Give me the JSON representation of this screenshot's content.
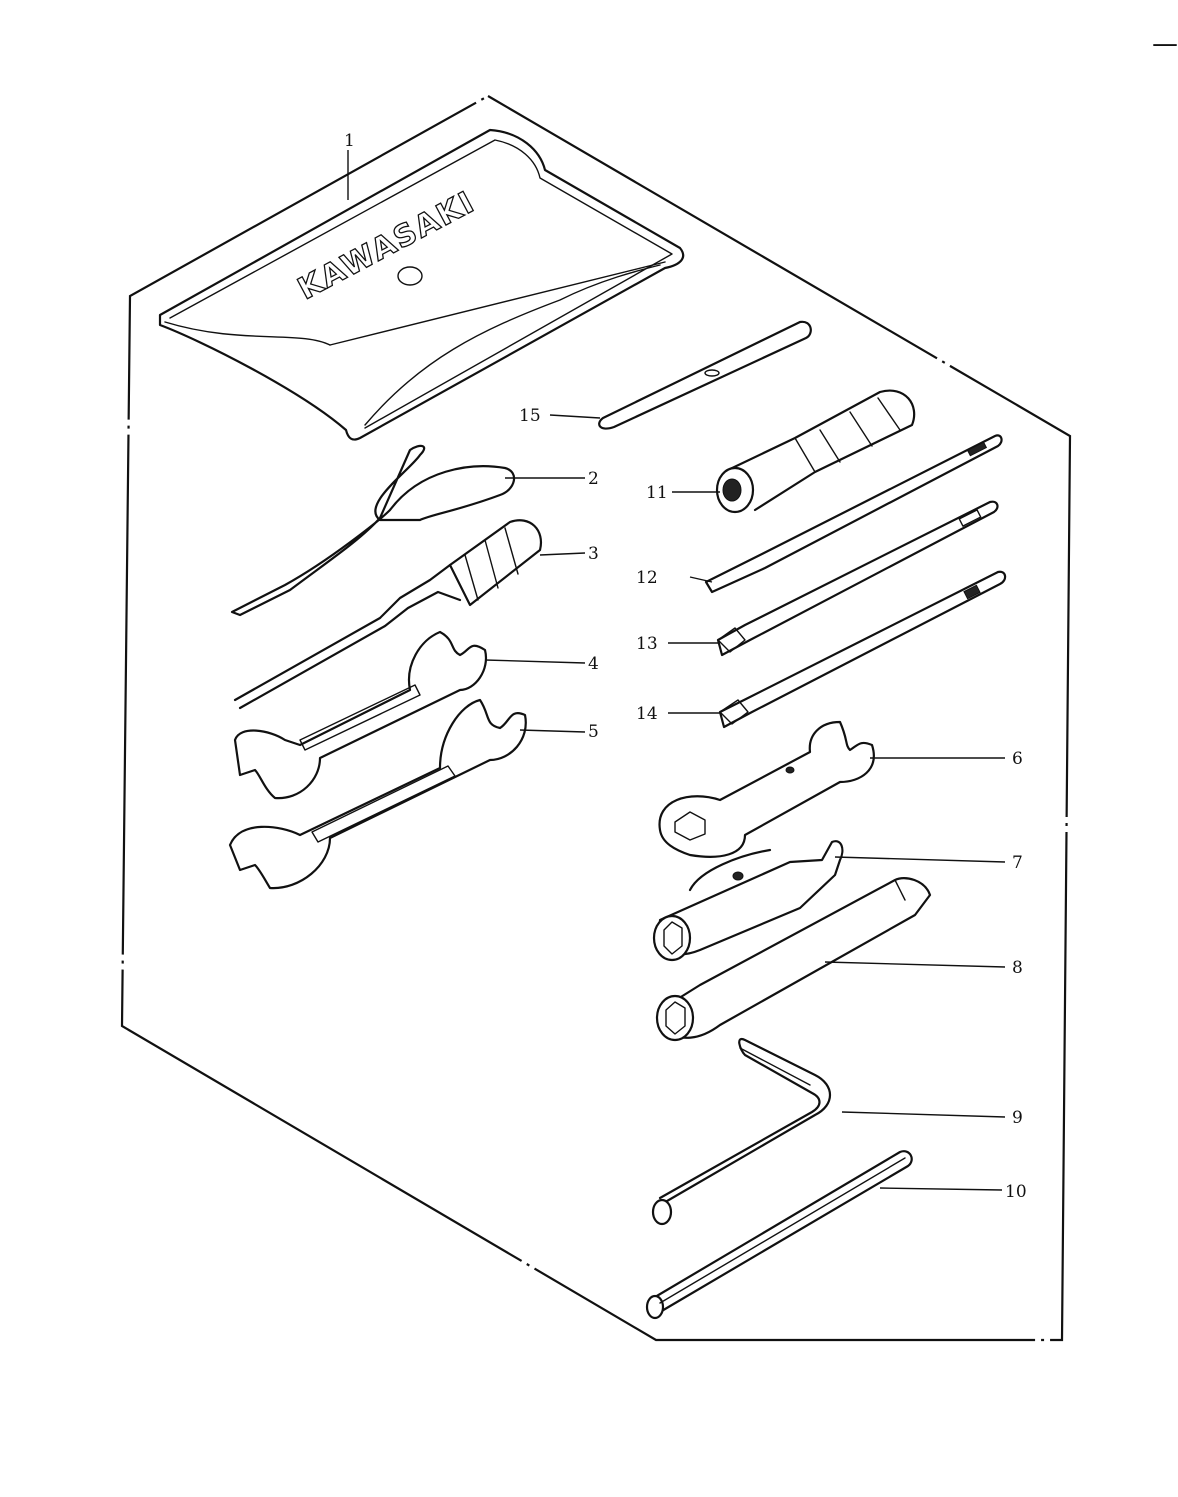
{
  "brand_text": "KAWASAKI",
  "corner_mark": "—",
  "part_labels": {
    "p1": "1",
    "p2": "2",
    "p3": "3",
    "p4": "4",
    "p5": "5",
    "p6": "6",
    "p7": "7",
    "p8": "8",
    "p9": "9",
    "p10": "10",
    "p11": "11",
    "p12": "12",
    "p13": "13",
    "p14": "14",
    "p15": "15"
  }
}
